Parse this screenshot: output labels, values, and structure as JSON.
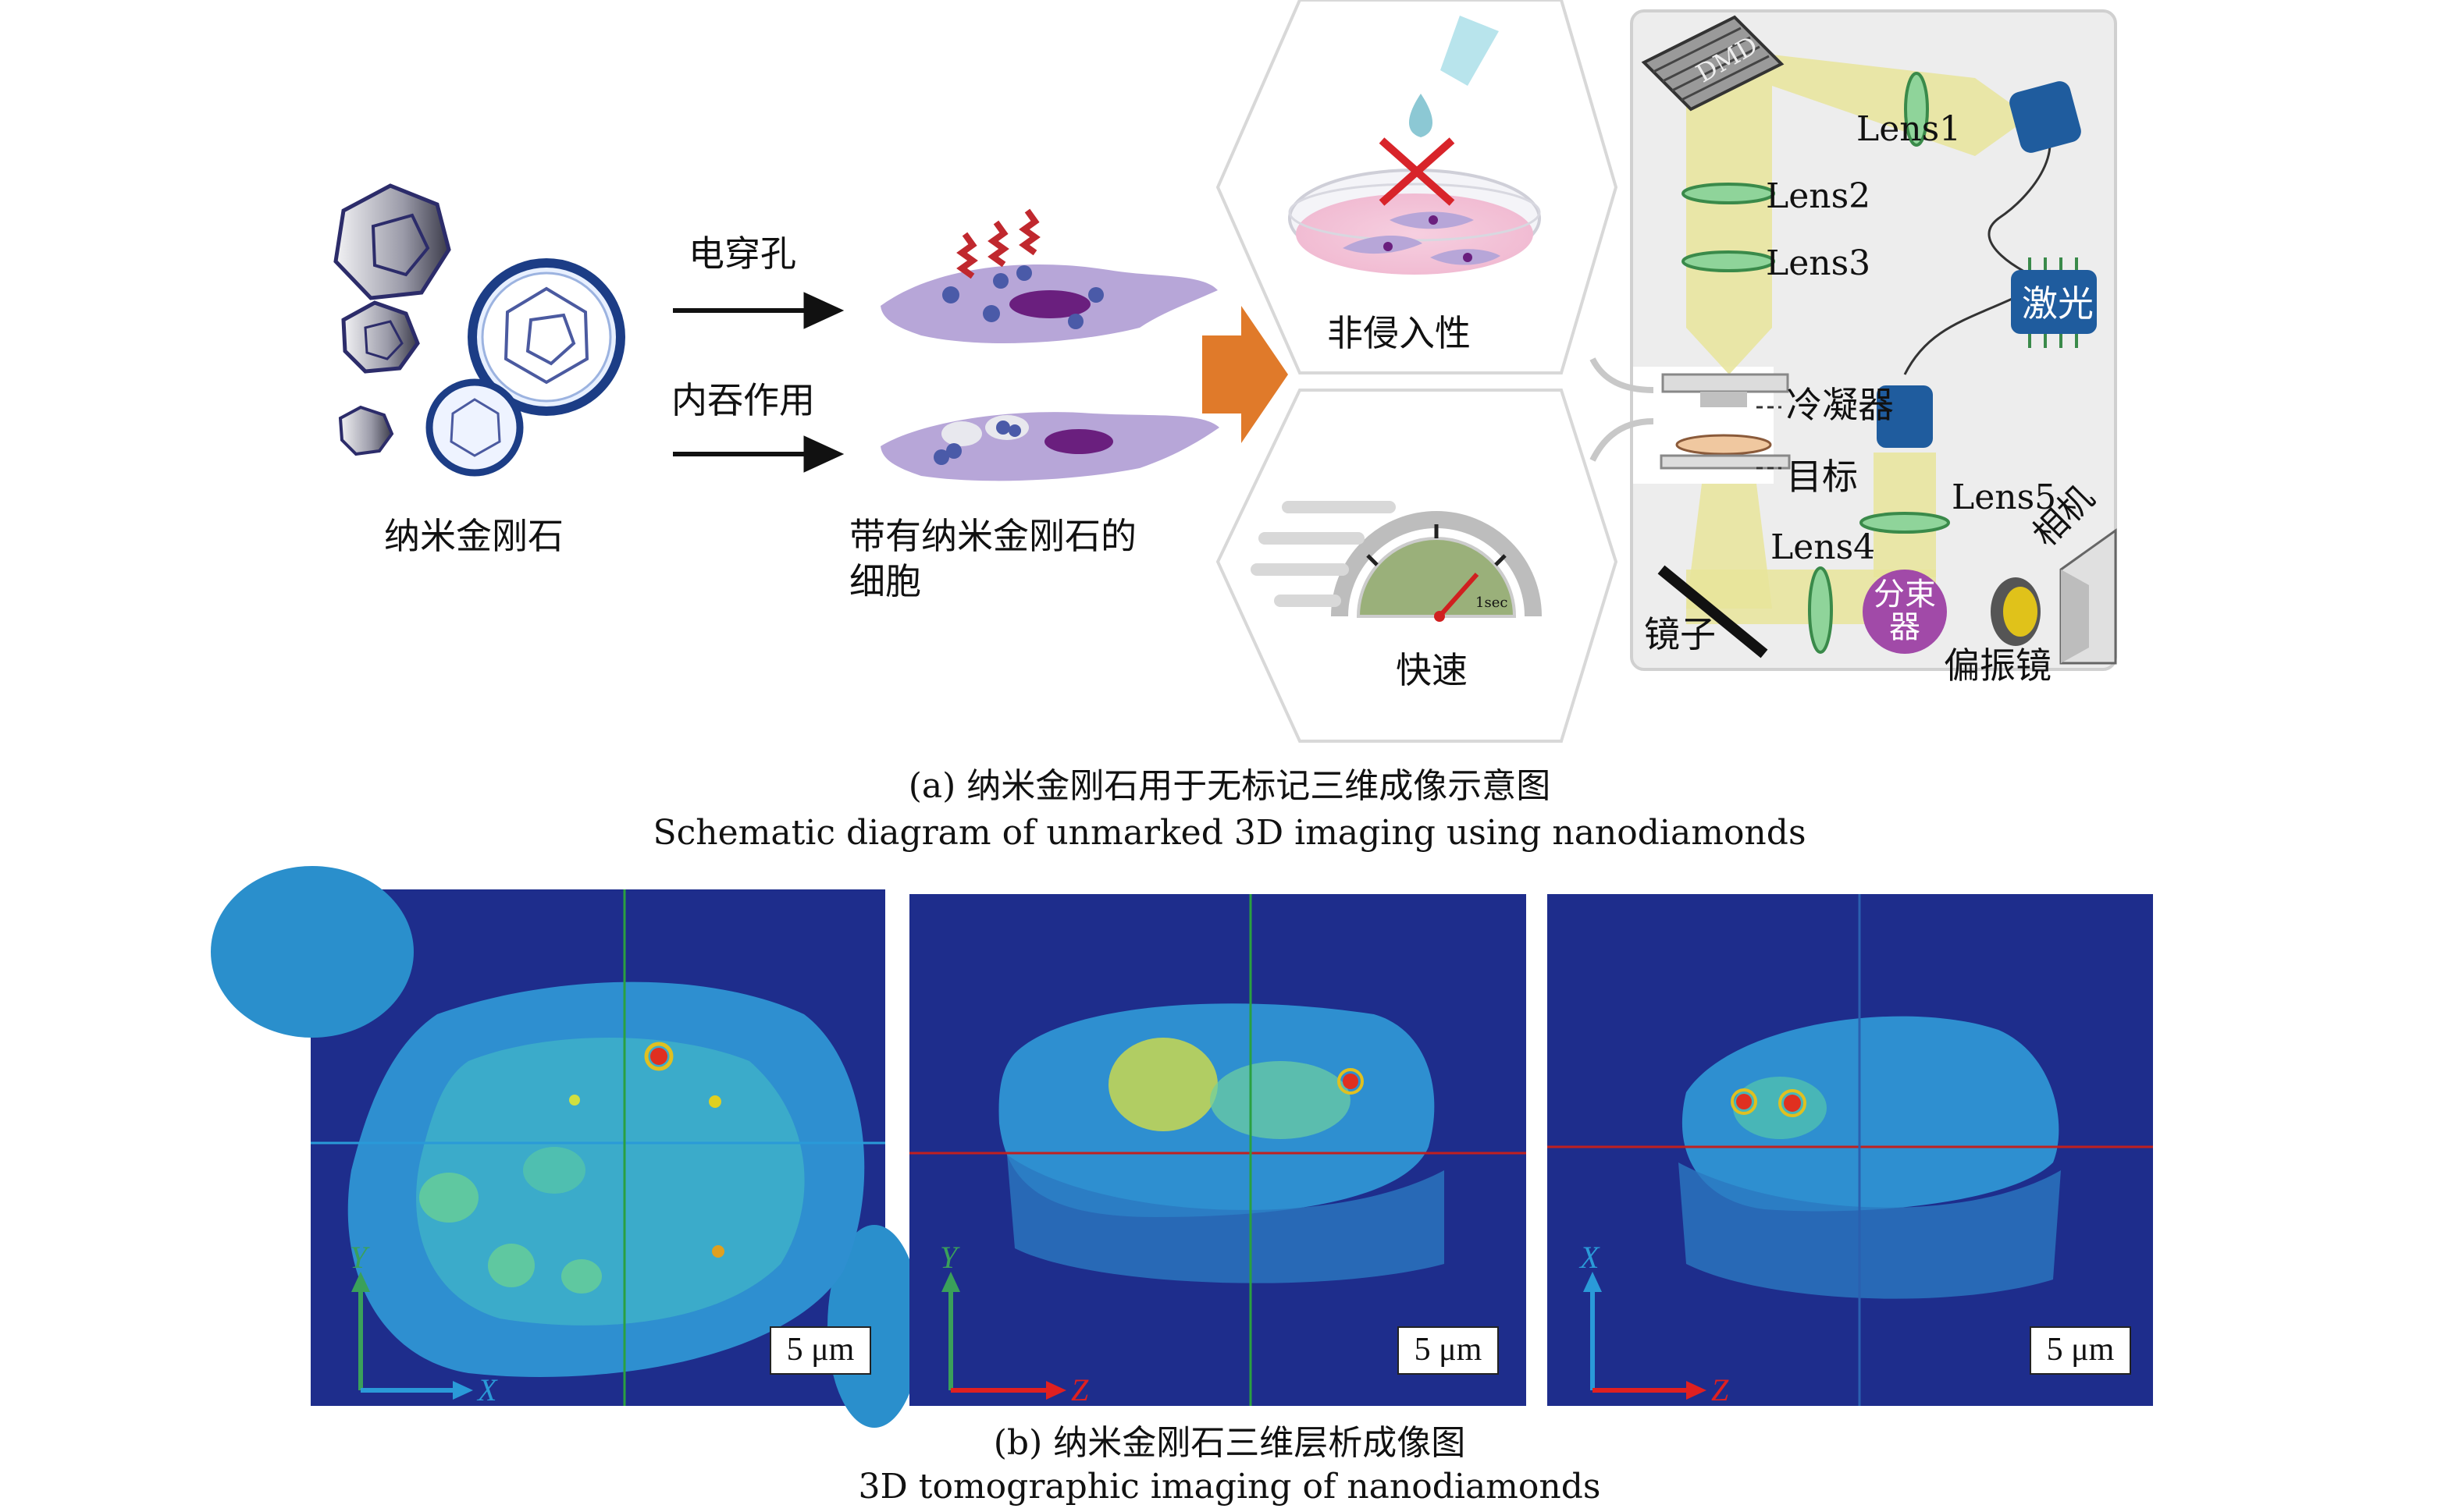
{
  "panel_a": {
    "nanodiamond_label": "纳米金刚石",
    "arrow_top_label": "电穿孔",
    "arrow_bottom_label": "内吞作用",
    "cell_label_line1": "带有纳米金刚石的",
    "cell_label_line2": "细胞",
    "hex_top_label": "非侵入性",
    "hex_bottom_label": "快速",
    "gauge_text": "1sec",
    "optics": {
      "dmd": "DMD",
      "lens1": "Lens1",
      "lens2": "Lens2",
      "lens3": "Lens3",
      "lens4": "Lens4",
      "lens5": "Lens5",
      "laser": "激光",
      "condenser": "冷凝器",
      "target": "目标",
      "camera": "相机",
      "mirror": "镜子",
      "splitter_line1": "分束",
      "splitter_line2": "器",
      "polarizer": "偏振镜"
    },
    "caption_cn": "(a) 纳米金刚石用于无标记三维成像示意图",
    "caption_en": "Schematic diagram of unmarked 3D imaging using nanodiamonds"
  },
  "panel_b": {
    "images": [
      {
        "scale": "5 μm",
        "axis_v": "Y",
        "axis_h": "X"
      },
      {
        "scale": "5 μm",
        "axis_v": "Y",
        "axis_h": "Z"
      },
      {
        "scale": "5 μm",
        "axis_v": "X",
        "axis_h": "Z"
      }
    ],
    "caption_cn": "(b) 纳米金刚石三维层析成像图",
    "caption_en": "3D tomographic imaging of nanodiamonds"
  },
  "colors": {
    "beam": "#e8e49a",
    "lens": "#8fd49a",
    "laser_blue": "#1f5c9e",
    "cell": "#b7a6d8",
    "arrow_orange": "#e07a2a",
    "panel_bg": "#1e2d8c",
    "axis_red": "#e02020",
    "axis_green": "#3aa05a",
    "axis_blue": "#2a9ad8"
  }
}
